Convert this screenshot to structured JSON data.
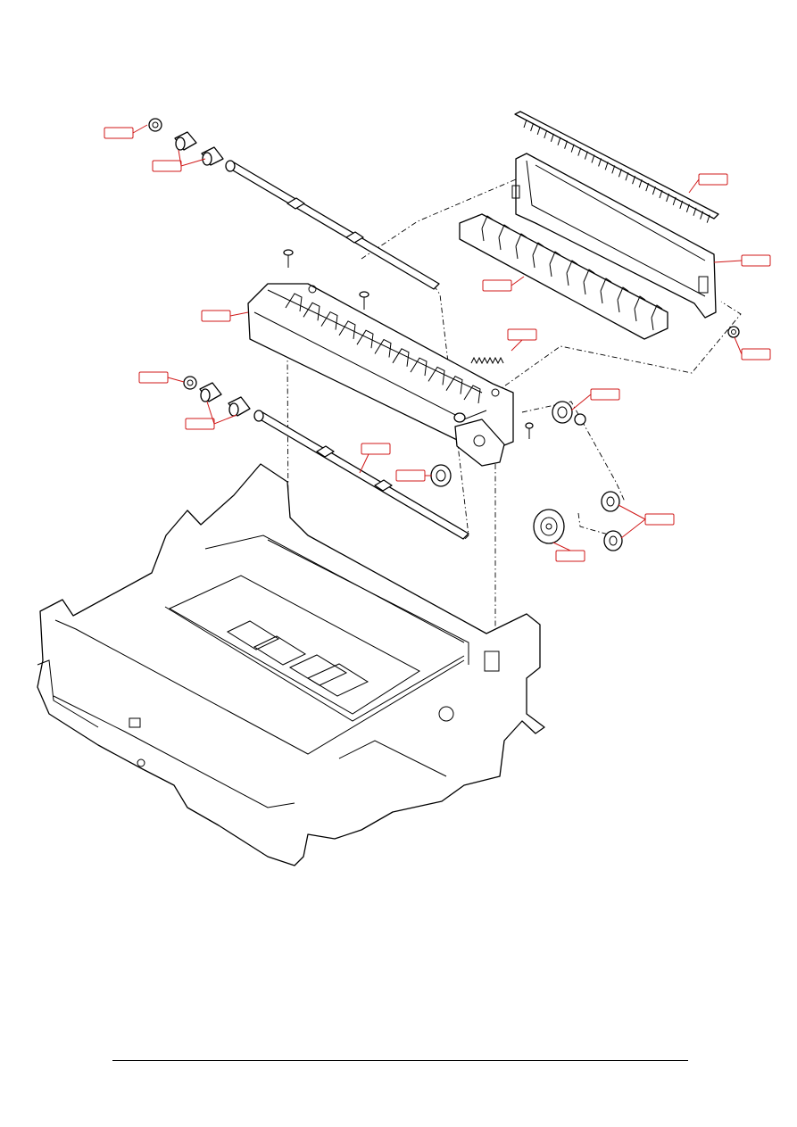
{
  "diagram": {
    "kind": "exploded-parts-view",
    "callout_color": "#d01818",
    "line_color": "#000000",
    "callouts": [
      {
        "id": "c1",
        "label": ""
      },
      {
        "id": "c2",
        "label": ""
      },
      {
        "id": "c3",
        "label": ""
      },
      {
        "id": "c4",
        "label": ""
      },
      {
        "id": "c5",
        "label": ""
      },
      {
        "id": "c6",
        "label": ""
      },
      {
        "id": "c7",
        "label": ""
      },
      {
        "id": "c8",
        "label": ""
      },
      {
        "id": "c9",
        "label": ""
      },
      {
        "id": "c10",
        "label": ""
      },
      {
        "id": "c11",
        "label": ""
      },
      {
        "id": "c12",
        "label": ""
      },
      {
        "id": "c13",
        "label": ""
      },
      {
        "id": "c14",
        "label": ""
      },
      {
        "id": "c15",
        "label": ""
      },
      {
        "id": "c16",
        "label": ""
      }
    ]
  },
  "footer": {
    "rule": true
  }
}
